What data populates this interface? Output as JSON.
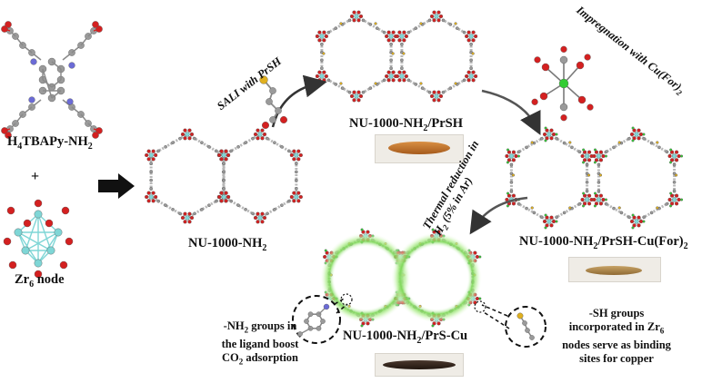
{
  "labels": {
    "linker": "H",
    "linker_sub4": "4",
    "linker_rest": "TBAPy-NH",
    "linker_sub2": "2",
    "plus": "+",
    "node": "Zr",
    "node_sub": "6",
    "node_rest": " node",
    "mof_a": "NU-1000-NH",
    "mof_a_sub": "2",
    "mof_b": "NU-1000-NH",
    "mof_b_sub": "2",
    "mof_b_rest": "/PrSH",
    "mof_c": "NU-1000-NH",
    "mof_c_sub": "2",
    "mof_c_rest": "/PrSH-Cu(For)",
    "mof_c_sub2": "2",
    "mof_d": "NU-1000-NH",
    "mof_d_sub": "2",
    "mof_d_rest": "/PrS-Cu"
  },
  "steps": {
    "sali": "SALI with PrSH",
    "impregnation": "Impregnation with Cu(For)",
    "impregnation_sub": "2",
    "thermal_1": "Thermal reduction in",
    "thermal_2a": "H",
    "thermal_2sub": "2",
    "thermal_2b": " (5% in Ar)"
  },
  "notes": {
    "nh2_line1a": "-NH",
    "nh2_line1sub": "2",
    "nh2_line1b": " groups in",
    "nh2_line2": "the ligand boost",
    "nh2_line3a": "CO",
    "nh2_line3sub": "2",
    "nh2_line3b": " adsorption",
    "sh_line1": "-SH groups",
    "sh_line2a": "incorporated in Zr",
    "sh_line2sub": "6",
    "sh_line3": "nodes serve as binding",
    "sh_line4": "sites for copper"
  },
  "colors": {
    "carbon": "#9a9a9a",
    "oxygen": "#d42020",
    "nitrogen": "#6b6bd6",
    "zirconium": "#7fd6d6",
    "sulfur": "#e0b020",
    "copper": "#33cc33",
    "glow": "#7ed957",
    "sample_orange": "#c0732a",
    "sample_tan": "#b0894a",
    "sample_dark": "#3a2a22"
  }
}
